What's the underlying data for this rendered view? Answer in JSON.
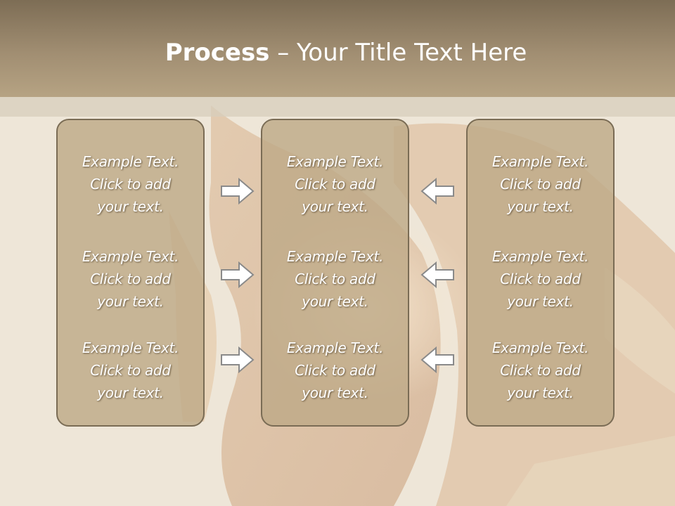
{
  "slide": {
    "title_bold": "Process",
    "title_rest": " – Your Title Text Here"
  },
  "columns": [
    {
      "items": [
        {
          "line1": "Example Text.",
          "line2": "Click  to add",
          "line3": "your text."
        },
        {
          "line1": "Example Text.",
          "line2": "Click  to add",
          "line3": "your text."
        },
        {
          "line1": "Example Text.",
          "line2": "Click  to add",
          "line3": "your text."
        }
      ]
    },
    {
      "items": [
        {
          "line1": "Example Text.",
          "line2": "Click  to add",
          "line3": "your text."
        },
        {
          "line1": "Example Text.",
          "line2": "Click  to add",
          "line3": "your text."
        },
        {
          "line1": "Example Text.",
          "line2": "Click  to add",
          "line3": "your text."
        }
      ]
    },
    {
      "items": [
        {
          "line1": "Example Text.",
          "line2": "Click  to add",
          "line3": "your text."
        },
        {
          "line1": "Example Text.",
          "line2": "Click  to add",
          "line3": "your text."
        },
        {
          "line1": "Example Text.",
          "line2": "Click  to add",
          "line3": "your text."
        }
      ]
    }
  ],
  "icons": {
    "left_arrows": "arrow-right-icon",
    "right_arrows": "arrow-left-icon"
  },
  "colors": {
    "header": "#a18e72",
    "panel_fill": "#bfa988",
    "panel_border": "#7a6c55",
    "arrow_fill": "#ffffff",
    "arrow_stroke": "#8a8a8a",
    "text": "#ffffff"
  }
}
